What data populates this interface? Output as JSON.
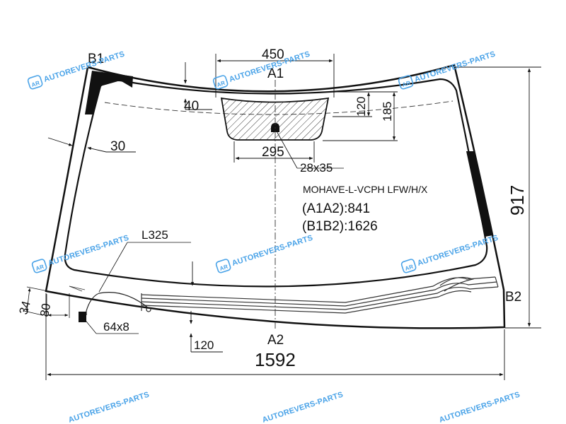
{
  "part": {
    "model_code": "MOHAVE-L-VCPH LFW/H/X",
    "a1a2": "(A1A2):841",
    "b1b2": "(B1B2):1626"
  },
  "points": {
    "a1": "A1",
    "a2": "A2",
    "b1": "B1",
    "b2": "B2"
  },
  "dimensions": {
    "top_width": "450",
    "sensor_width": "295",
    "height_120": "120",
    "height_185": "185",
    "offset_40": "40",
    "offset_30": "30",
    "hole": "28x35",
    "cable": "L325",
    "connector": "64x8",
    "corner_34": "34",
    "corner_80": "80",
    "bottom_120": "120",
    "total_width": "1592",
    "total_height": "917"
  },
  "watermark": {
    "text": "AUTOREVERS-PARTS",
    "logo": "AR"
  }
}
